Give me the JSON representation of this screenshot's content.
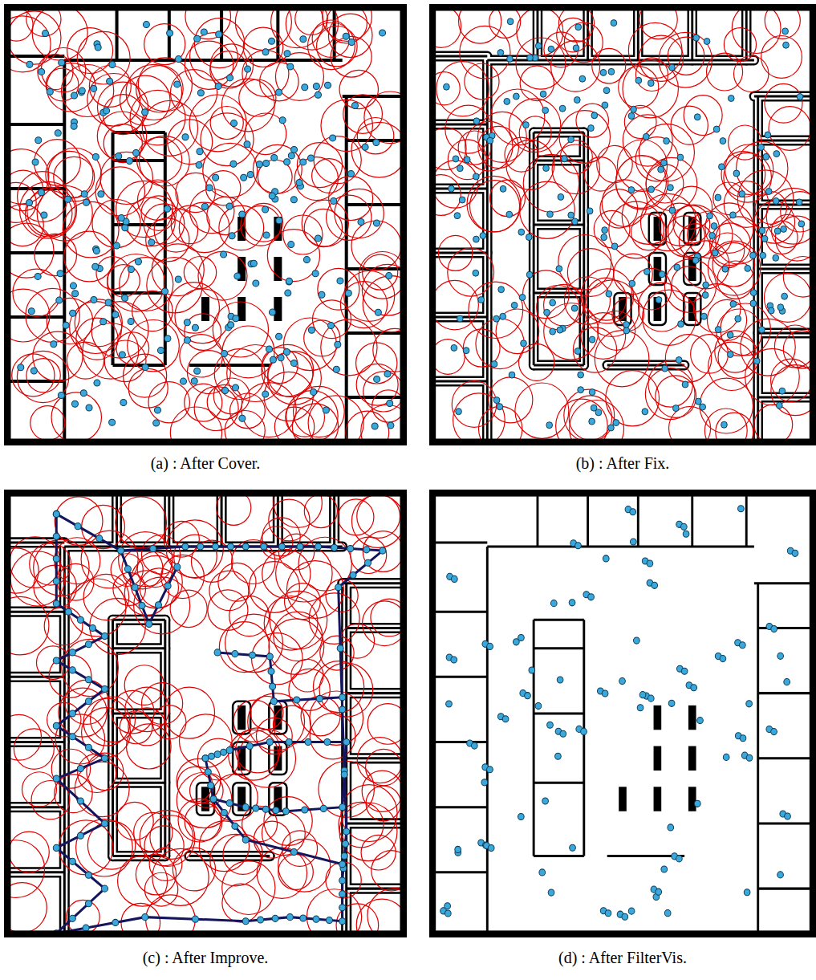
{
  "diagram": {
    "labels": [
      "(a) : After Cover.",
      "(b) : After Fix.",
      "(c) : After Improve.",
      "(d) : After FilterVis."
    ]
  }
}
